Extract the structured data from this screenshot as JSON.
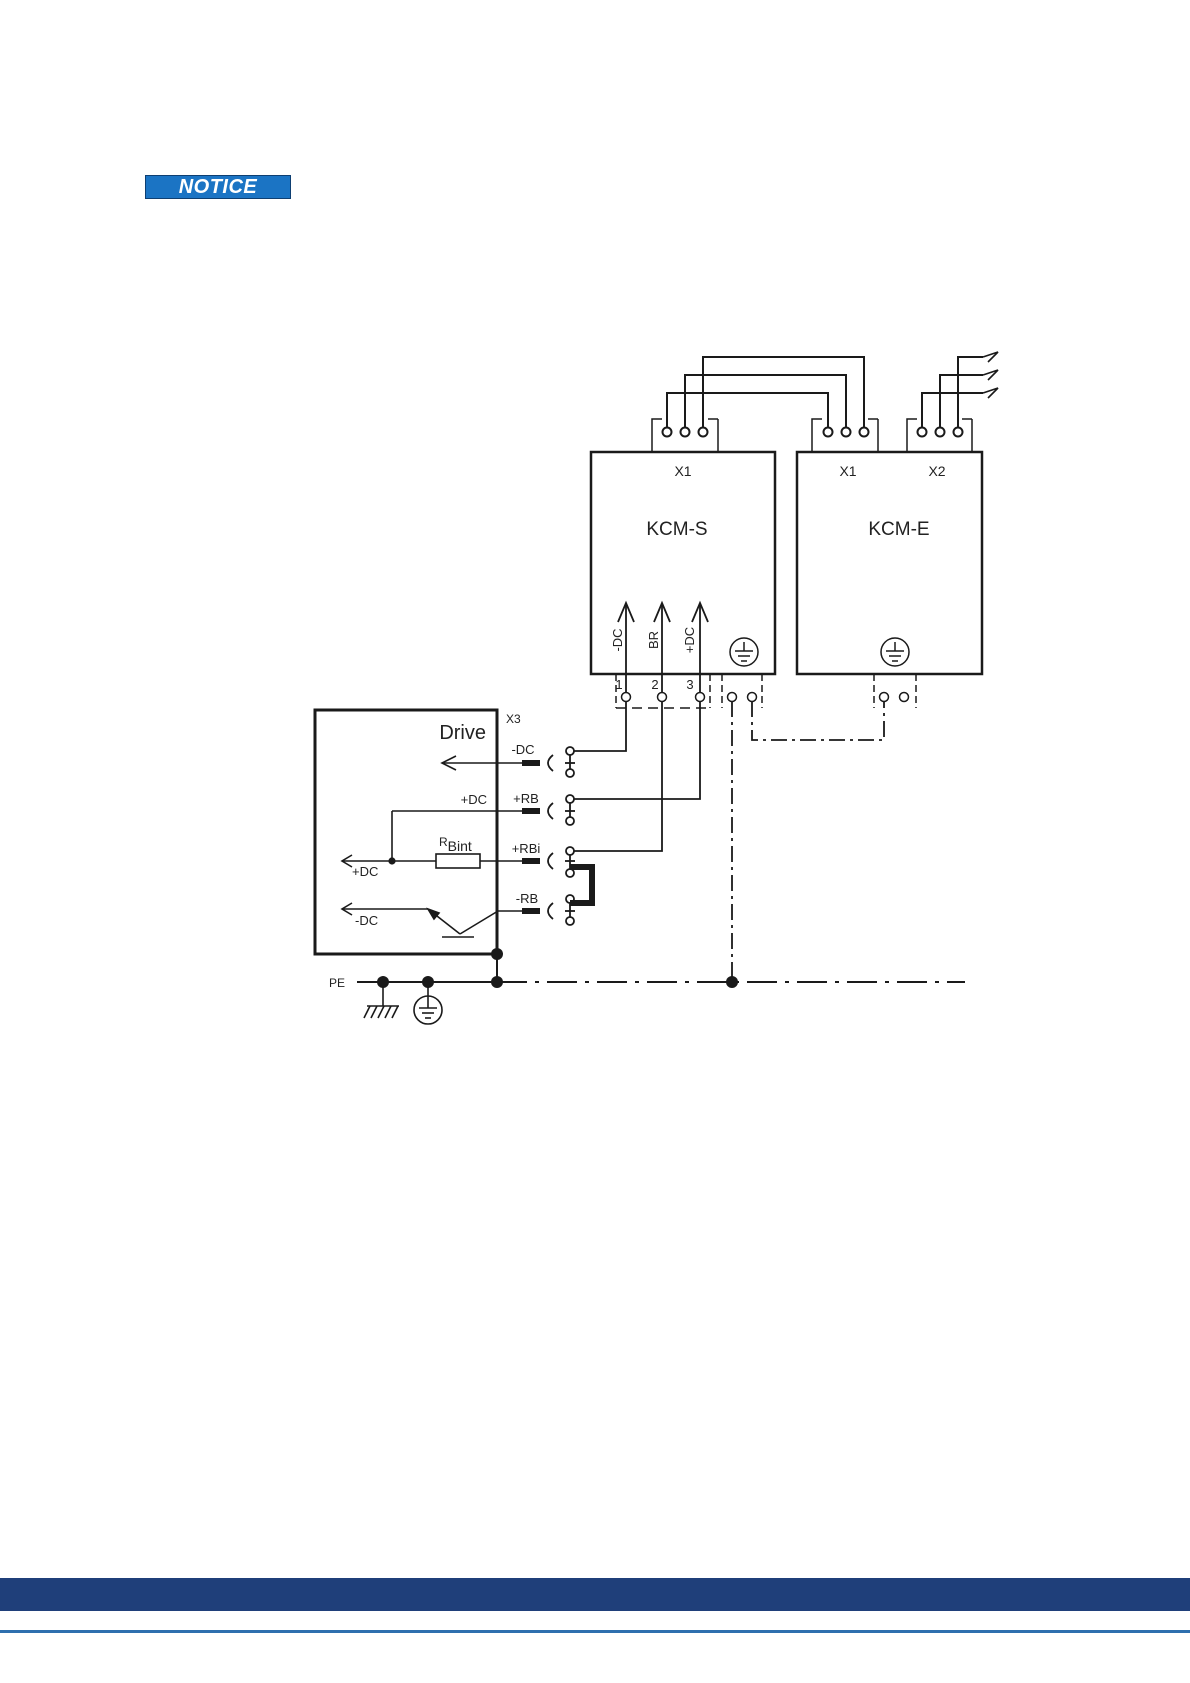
{
  "notice": {
    "label": "NOTICE"
  },
  "diagram": {
    "modules": {
      "kcm_s": {
        "name": "KCM-S",
        "connector": "X1",
        "terminals": [
          "-DC",
          "BR",
          "+DC"
        ],
        "pins": [
          "1",
          "2",
          "3"
        ]
      },
      "kcm_e": {
        "name": "KCM-E",
        "connector_1": "X1",
        "connector_2": "X2"
      }
    },
    "drive": {
      "name": "Drive",
      "connector": "X3",
      "terminals": [
        "-DC",
        "+RB",
        "+RBi",
        "-RB"
      ],
      "internal": {
        "plus_dc_rail": "+DC",
        "resistor": "R",
        "resistor_sub": "Bint",
        "plus_dc_out": "+DC",
        "minus_dc_out": "-DC"
      }
    },
    "ground": {
      "pe_label": "PE"
    }
  },
  "colors": {
    "notice_bg": "#1b74c4",
    "footer_band": "#1f3f7a",
    "footer_line": "#2f6fae"
  }
}
